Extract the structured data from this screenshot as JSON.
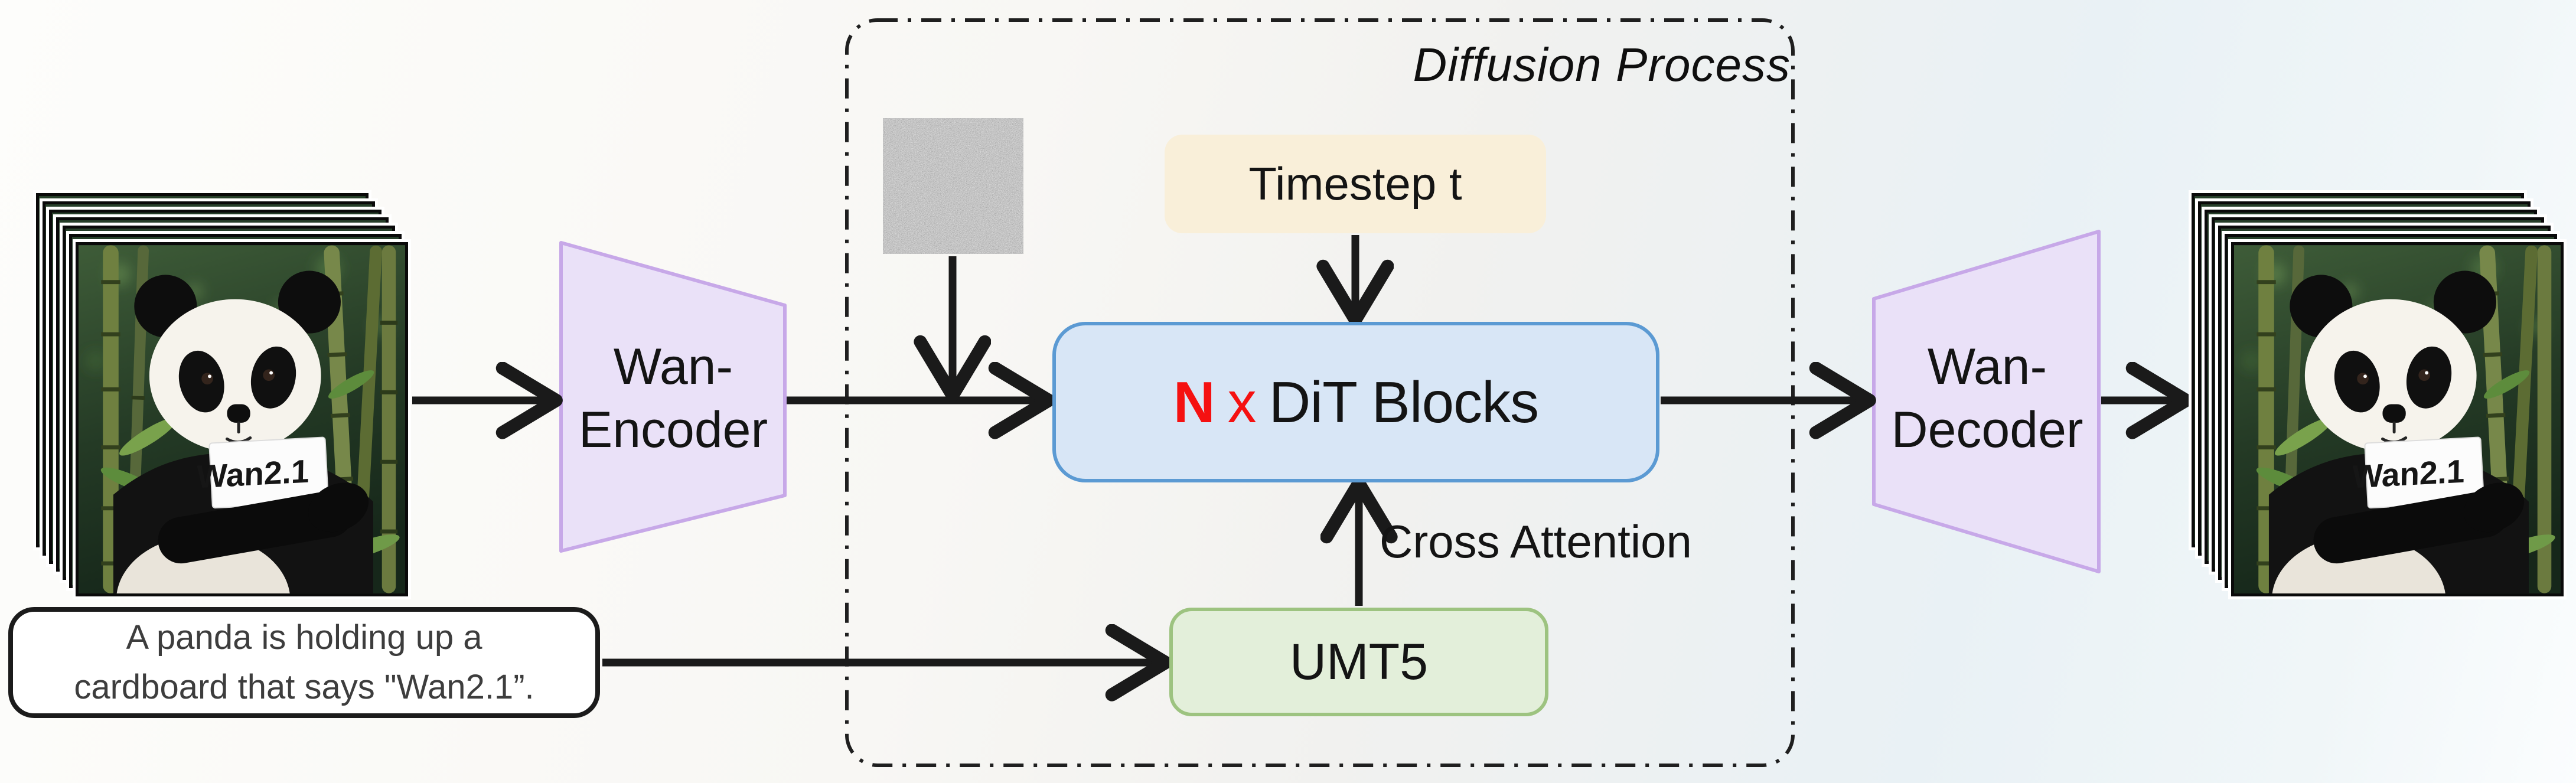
{
  "diagram": {
    "title": "Diffusion Process",
    "prompt_bubble": {
      "line1": "A panda is holding up a",
      "line2": "cardboard that says \"Wan2.1”."
    },
    "encoder": {
      "line1": "Wan-",
      "line2": "Encoder"
    },
    "decoder": {
      "line1": "Wan-",
      "line2": "Decoder"
    },
    "dit_block": {
      "n": "N",
      "x": "x",
      "label": "DiT Blocks"
    },
    "timestep": {
      "label": "Timestep t"
    },
    "umt5": {
      "label": "UMT5"
    },
    "cross_attention": {
      "label": "Cross Attention"
    },
    "stacks": {
      "sign_text": "Wan2.1",
      "frame_count": 7
    },
    "icons": {
      "noise": "noise-image"
    },
    "colors": {
      "dit_fill": "#d8e6f6",
      "dit_border": "#5b9ad3",
      "timestep_fill": "#f9efd9",
      "umt5_fill": "#e3efda",
      "umt5_border": "#9dc380",
      "trapezoid_fill": "#eae1f8",
      "trapezoid_border": "#c7a8e8",
      "highlight_red": "#f51111",
      "arrow": "#1a1a1a",
      "dash_border": "#1f1f1f",
      "bubble_border": "#1b1b1b"
    }
  }
}
